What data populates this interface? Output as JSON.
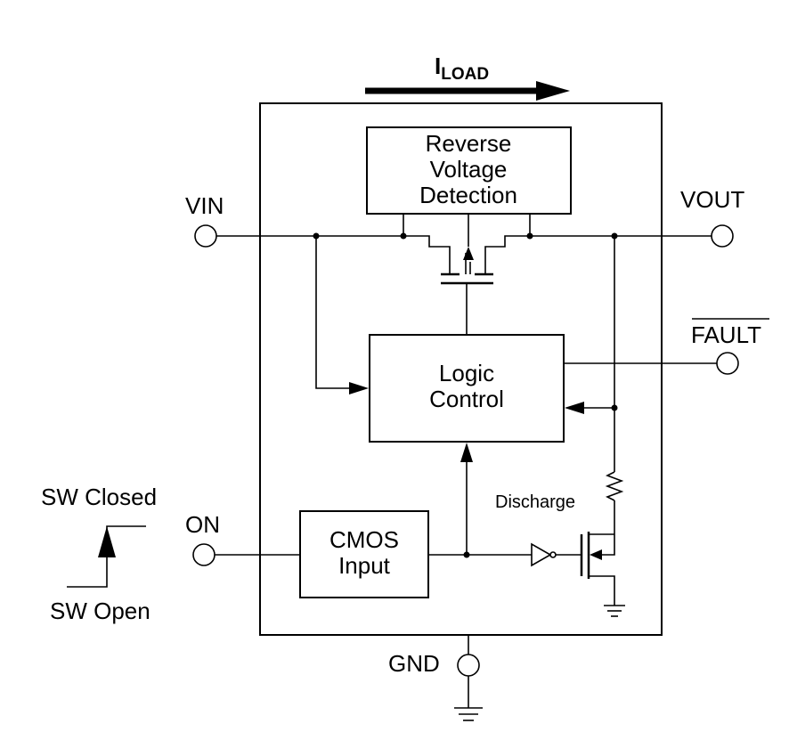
{
  "labels": {
    "iload_main": "I",
    "iload_sub": "LOAD",
    "vin": "VIN",
    "vout": "VOUT",
    "fault": "FAULT",
    "on": "ON",
    "gnd": "GND",
    "discharge": "Discharge",
    "sw_closed": "SW Closed",
    "sw_open": "SW Open"
  },
  "blocks": {
    "reverse_voltage": [
      "Reverse",
      "Voltage",
      "Detection"
    ],
    "logic_control": [
      "Logic",
      "Control"
    ],
    "cmos_input": [
      "CMOS",
      "Input"
    ]
  }
}
